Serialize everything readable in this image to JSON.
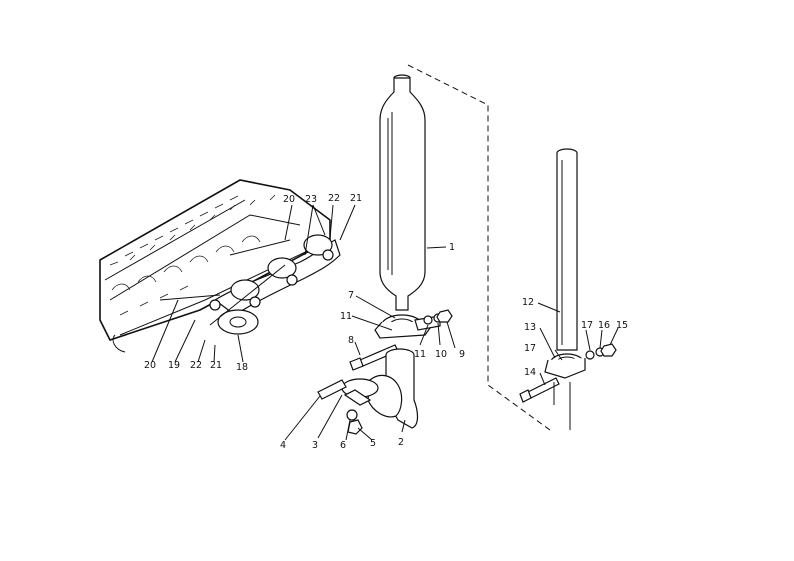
{
  "diagram": {
    "callouts": [
      {
        "id": "c1",
        "label": "1"
      },
      {
        "id": "c2",
        "label": "2"
      },
      {
        "id": "c3",
        "label": "3"
      },
      {
        "id": "c4",
        "label": "4"
      },
      {
        "id": "c5",
        "label": "5"
      },
      {
        "id": "c6",
        "label": "6"
      },
      {
        "id": "c7",
        "label": "7"
      },
      {
        "id": "c8",
        "label": "8"
      },
      {
        "id": "c9",
        "label": "9"
      },
      {
        "id": "c10",
        "label": "10"
      },
      {
        "id": "c11a",
        "label": "11"
      },
      {
        "id": "c11b",
        "label": "11"
      },
      {
        "id": "c12",
        "label": "12"
      },
      {
        "id": "c13",
        "label": "13"
      },
      {
        "id": "c14",
        "label": "14"
      },
      {
        "id": "c15",
        "label": "15"
      },
      {
        "id": "c16",
        "label": "16"
      },
      {
        "id": "c17a",
        "label": "17"
      },
      {
        "id": "c17b",
        "label": "17"
      },
      {
        "id": "c18",
        "label": "18"
      },
      {
        "id": "c19",
        "label": "19"
      },
      {
        "id": "c20a",
        "label": "20"
      },
      {
        "id": "c20b",
        "label": "20"
      },
      {
        "id": "c21a",
        "label": "21"
      },
      {
        "id": "c21b",
        "label": "21"
      },
      {
        "id": "c22a",
        "label": "22"
      },
      {
        "id": "c22b",
        "label": "22"
      },
      {
        "id": "c23",
        "label": "23"
      }
    ]
  }
}
